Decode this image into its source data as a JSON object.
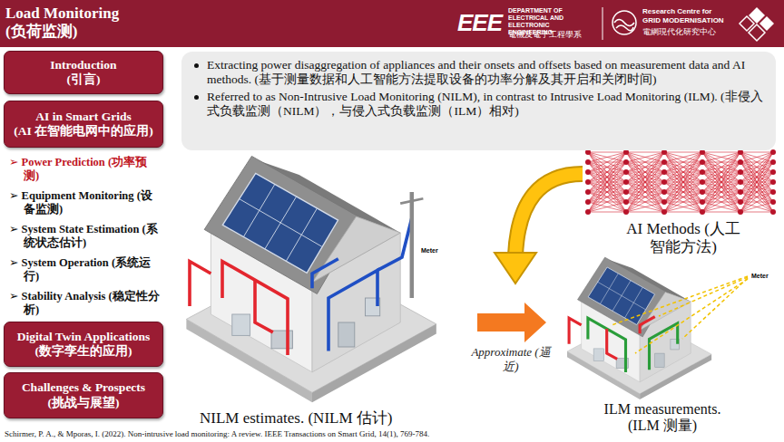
{
  "diagram": {
    "title": "Load Monitoring (负荷监测)",
    "caption": "Schirmer, P. A., & Mporas, I. (2022). Non-intrusive load monitoring: A review. IEEE Transactions on Smart Grid, 14(1), 769-784.",
    "nodes": [
      {
        "text": [
          "Introduction",
          "(引言)"
        ]
      },
      {
        "text": [
          "AI in Smart Grids",
          "(AI 在智能电网中的应用)"
        ]
      },
      {
        "text": [
          "Digital Twin Applications",
          "(数字孪生的应用)"
        ]
      },
      {
        "text": [
          "Challenges & Prospects",
          "(挑战与展望)"
        ]
      },
      {
        "text": [
          "Extracting power disaggregation of appliances and their onsets and offsets based on measurement data and AI methods. (基于测量数据和人工智能方法提取设备的功率分解及其开启和关闭时间)",
          "Referred to as Non-Intrusive Load Monitoring (NILM), in contrast to Intrusive Load Monitoring (ILM). (非侵入式负载监测（NILM），与侵入式负载监测（ILM）相对)"
        ]
      }
    ],
    "labels": [
      "EEE",
      "DEPARTMENT OF ELECTRICAL AND ELECTRONIC ENGINEERING",
      "電機及電子工程學系",
      "Research Centre for GRID MODERNISATION",
      "電網現代化研究中心",
      "➢ Power Prediction (功率预测)",
      "➢ Equipment Monitoring (设备监测)",
      "➢ System State Estimation (系统状态估计)",
      "➢ System Operation (系统运行)",
      "➢ Stability Analysis (稳定性分析)",
      "Meter",
      "AI Methods (人工智能方法)",
      "Meter",
      "Approximate (逼近)",
      "NILM estimates. (NILM 估计)",
      "ILM measurements. (ILM 测量)"
    ]
  }
}
